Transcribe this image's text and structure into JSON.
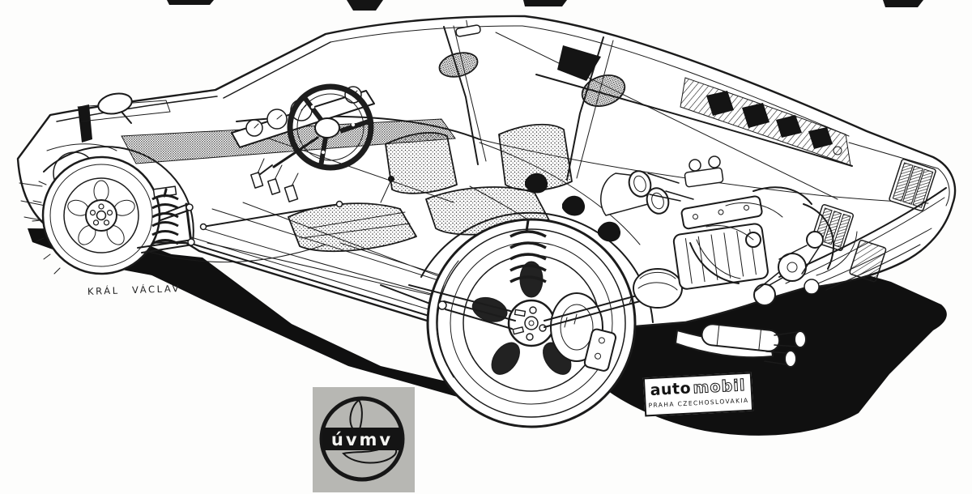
{
  "page": {
    "type": "technical cutaway illustration",
    "subject": "sports car cutaway drawing, front three-quarter view",
    "paper_color": "#fdfdfc",
    "ink_color": "#1b1b1b",
    "shadow_color": "#101010"
  },
  "signature": {
    "text": "KRÁL VÁCLAV"
  },
  "automobil_logo": {
    "word_solid": "auto",
    "word_outline": "mobil",
    "subtitle": "PRAHA CZECHOSLOVAKIA",
    "box_background": "#ffffff",
    "border_color": "#141414"
  },
  "uvmv_badge": {
    "label": "úvmv",
    "background_color": "#b7b7b3",
    "bar_color": "#141414",
    "ring_color": "#161616"
  }
}
